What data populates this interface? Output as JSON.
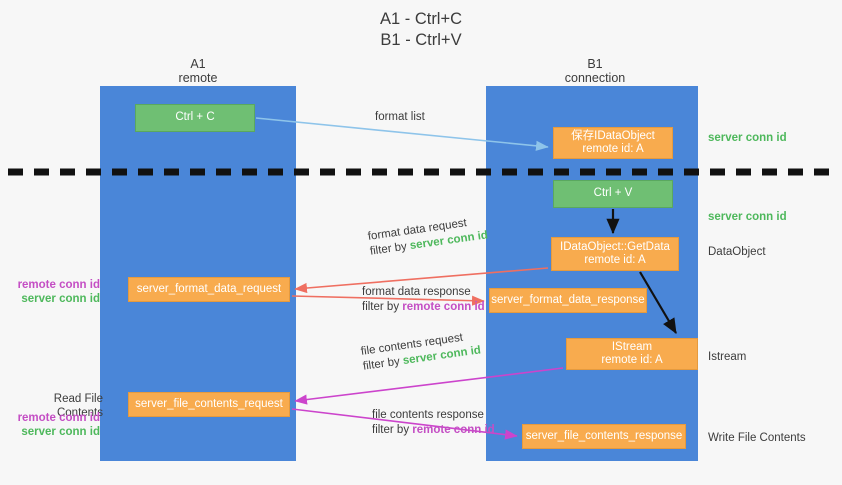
{
  "title": {
    "line1": "A1 - Ctrl+C",
    "line2": "B1 - Ctrl+V"
  },
  "lanes": [
    {
      "name": "A1",
      "subtitle": "remote",
      "color": "#4a86d8"
    },
    {
      "name": "B1",
      "subtitle": "connection",
      "color": "#4a86d8"
    }
  ],
  "colors": {
    "lane": "#4a86d8",
    "green_box": "#6fbf73",
    "orange_box": "#f8ab4e",
    "server_conn_id": "#4eb85c",
    "remote_conn_id": "#c44ec4",
    "arrow_blue": "#8ec4ea",
    "arrow_red": "#ef6f61",
    "arrow_magenta": "#cc44cc",
    "arrow_black": "#000000",
    "background": "#f7f7f7"
  },
  "boxes": {
    "ctrl_c": {
      "line1": "Ctrl + C",
      "line2": ""
    },
    "save_idataobject": {
      "line1": "保存IDataObject",
      "line2": "remote id: A"
    },
    "ctrl_v": {
      "line1": "Ctrl + V",
      "line2": ""
    },
    "getdata": {
      "line1": "IDataObject::GetData",
      "line2": "remote id: A"
    },
    "istream": {
      "line1": "IStream",
      "line2": "remote id: A"
    },
    "server_format_data_request": {
      "line1": "server_format_data_request",
      "line2": ""
    },
    "server_format_data_response": {
      "line1": "server_format_data_response",
      "line2": ""
    },
    "server_file_contents_request": {
      "line1": "server_file_contents_request",
      "line2": ""
    },
    "server_file_contents_response": {
      "line1": "server_file_contents_response",
      "line2": ""
    }
  },
  "edge_labels": {
    "format_list": {
      "text": "format list"
    },
    "format_data_request": {
      "row1": "format data request",
      "row2_prefix": "filter by ",
      "row2_value": "server conn id"
    },
    "format_data_response": {
      "row1": "format data response",
      "row2_prefix": "filter by ",
      "row2_value": "remote conn id"
    },
    "file_contents_request": {
      "row1": "file contents request",
      "row2_prefix": "filter by ",
      "row2_value": "server conn id"
    },
    "file_contents_response": {
      "row1": "file contents response",
      "row2_prefix": "filter by ",
      "row2_value": "remote conn id"
    }
  },
  "annotations": {
    "server_conn_id_top": "server conn id",
    "server_conn_id_mid": "server conn id",
    "dataobject": "DataObject",
    "istream": "Istream",
    "write_file_contents": "Write File Contents",
    "read_file_contents": "Read File Contents",
    "left_pair_1": {
      "remote": "remote conn id",
      "server": "server conn id"
    },
    "left_pair_2": {
      "remote": "remote conn id",
      "server": "server conn id"
    }
  }
}
